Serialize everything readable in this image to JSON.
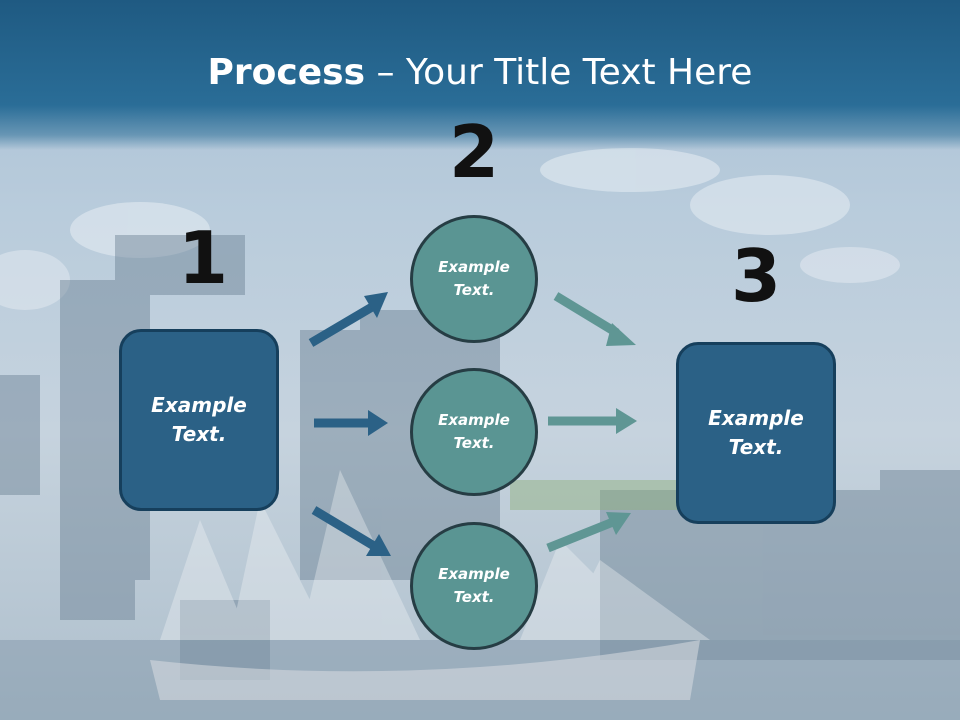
{
  "title": {
    "bold": "Process",
    "rest": " – Your Title Text Here"
  },
  "steps": [
    {
      "number": "1",
      "label": "Example\nText."
    },
    {
      "number": "2"
    },
    {
      "number": "3",
      "label": "Example\nText."
    }
  ],
  "circles": [
    {
      "label": "Example\nText."
    },
    {
      "label": "Example\nText."
    },
    {
      "label": "Example\nText."
    }
  ],
  "colors": {
    "title_bar": "#1f5a82",
    "box_fill": "#2b6186",
    "circle_fill": "#5a9593",
    "arrow_left": "#2b6186",
    "arrow_right": "#5f9694"
  }
}
